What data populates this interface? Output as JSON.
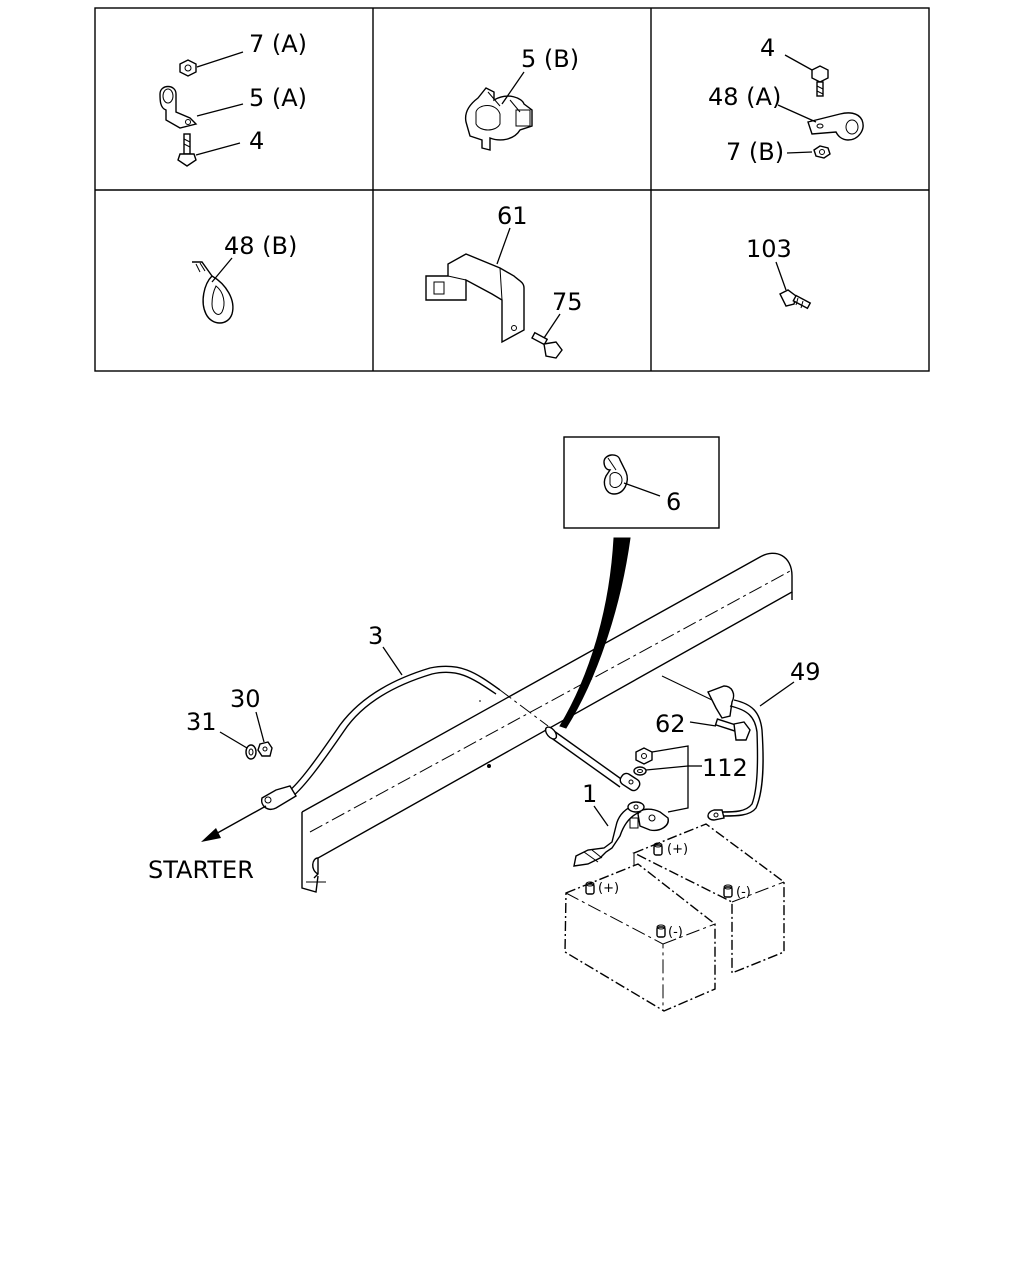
{
  "legend_grid": {
    "cells": [
      {
        "labels": [
          "7 (A)",
          "5 (A)",
          "4"
        ]
      },
      {
        "labels": [
          "5 (B)"
        ]
      },
      {
        "labels": [
          "4",
          "48 (A)",
          "7 (B)"
        ]
      },
      {
        "labels": [
          "48 (B)"
        ]
      },
      {
        "labels": [
          "61",
          "75"
        ]
      },
      {
        "labels": [
          "103"
        ]
      }
    ]
  },
  "inset": {
    "label": "6"
  },
  "callouts": {
    "cable_3": "3",
    "washer_31": "31",
    "nut_30": "30",
    "cable_49": "49",
    "bolt_62": "62",
    "group_112": "112",
    "cable_1": "1",
    "starter": "STARTER"
  },
  "batteries": {
    "plus": "(+)",
    "minus": "(-)"
  }
}
